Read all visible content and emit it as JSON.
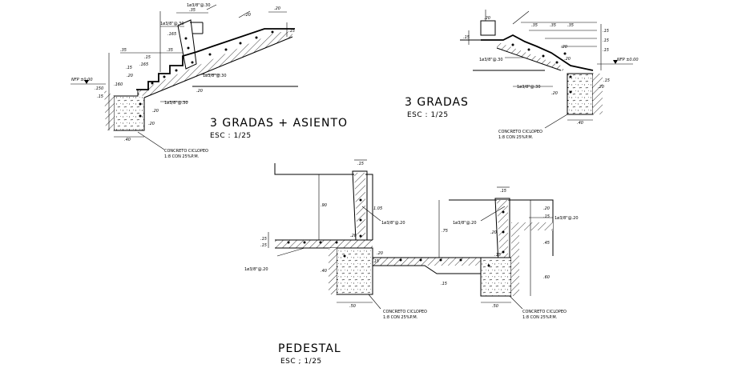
{
  "details": [
    {
      "id": "gradas-asiento",
      "title": "3 GRADAS + ASIENTO",
      "scale": "ESC : 1/25",
      "level_label": "NFP ±0.00",
      "concrete_note": [
        "CONCRETO CICLOPEO",
        "1:8 CON 25%P.M."
      ],
      "rebar_labels": [
        "1ø3/8\"@.30",
        "1ø3/8\"@.30",
        "1ø3/8\"@.30",
        "1ø3/8\"@.30"
      ],
      "dims": [
        ".35",
        ".20",
        ".15",
        ".20",
        ".35",
        ".15",
        ".165",
        ".35",
        ".15",
        ".20",
        ".165",
        ".160",
        ".150",
        ".20",
        ".20",
        ".40",
        ".20",
        ".15",
        ".35",
        ".15"
      ]
    },
    {
      "id": "gradas",
      "title": "3 GRADAS",
      "scale": "ESC : 1/25",
      "level_label": "NFP ±0.00",
      "concrete_note": [
        "CONCRETO CICLOPEO",
        "1:8 CON 25%P.M."
      ],
      "rebar_labels": [
        "1ø3/8\"@.30",
        "1ø3/8\"@.30"
      ],
      "dims": [
        ".15",
        ".20",
        ".35",
        ".35",
        ".35",
        ".15",
        ".15",
        ".15",
        ".20",
        ".20",
        ".20",
        ".15",
        ".40",
        ".20"
      ]
    },
    {
      "id": "pedestal",
      "title": "PEDESTAL",
      "scale": "ESC ; 1/25",
      "concrete_note": [
        "CONCRETO CICLOPEO",
        "1:8 CON 25%P.M."
      ],
      "rebar_labels": [
        "1ø3/8\"@.20",
        "1ø3/8\"@.20",
        "1ø3/8\"@.20",
        "1ø3/8\"@.20"
      ],
      "dims": [
        ".15",
        ".90",
        "1.05",
        ".15",
        ".20",
        ".15",
        ".40",
        ".50",
        ".15",
        ".75",
        ".20",
        ".15",
        ".45",
        ".60",
        ".50",
        ".15",
        ".20",
        ".15",
        ".20",
        ".15"
      ]
    }
  ]
}
